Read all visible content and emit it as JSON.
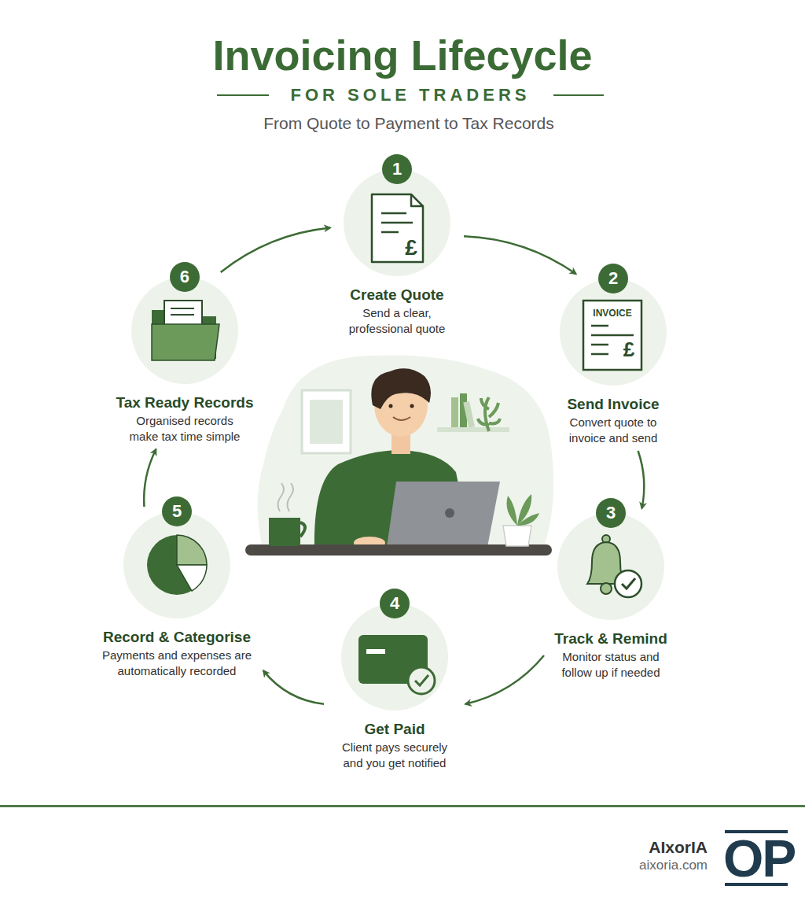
{
  "diagram": {
    "title": "Invoicing Lifecycle",
    "nodes": [
      {
        "text": [
          "Create Quote",
          "Send a clear, professional quote"
        ]
      },
      {
        "text": [
          "Send Invoice",
          "Convert quote to invoice and send"
        ]
      },
      {
        "text": [
          "Track & Remind",
          "Monitor status and follow up if needed"
        ]
      },
      {
        "text": [
          "Get Paid",
          "Client pays securely and you get notified"
        ]
      },
      {
        "text": [
          "Record & Categorise",
          "Payments and expenses are automatically recorded"
        ]
      },
      {
        "text": [
          "Tax Ready Records",
          "Organised records make tax time simple"
        ]
      }
    ],
    "edges": [
      {
        "from": 0,
        "to": 1,
        "arrow": "to"
      },
      {
        "from": 1,
        "to": 2,
        "arrow": "to"
      },
      {
        "from": 2,
        "to": 3,
        "arrow": "to"
      },
      {
        "from": 3,
        "to": 4,
        "arrow": "to"
      },
      {
        "from": 4,
        "to": 5,
        "arrow": "to"
      },
      {
        "from": 5,
        "to": 0,
        "arrow": "to"
      }
    ],
    "labels": [
      "FOR SOLE TRADERS",
      "From Quote to Payment to Tax Records",
      "1",
      "2",
      "3",
      "4",
      "5",
      "6",
      "£",
      "INVOICE",
      "£",
      "AIxorIA",
      "aixoria.com",
      "OP"
    ]
  }
}
